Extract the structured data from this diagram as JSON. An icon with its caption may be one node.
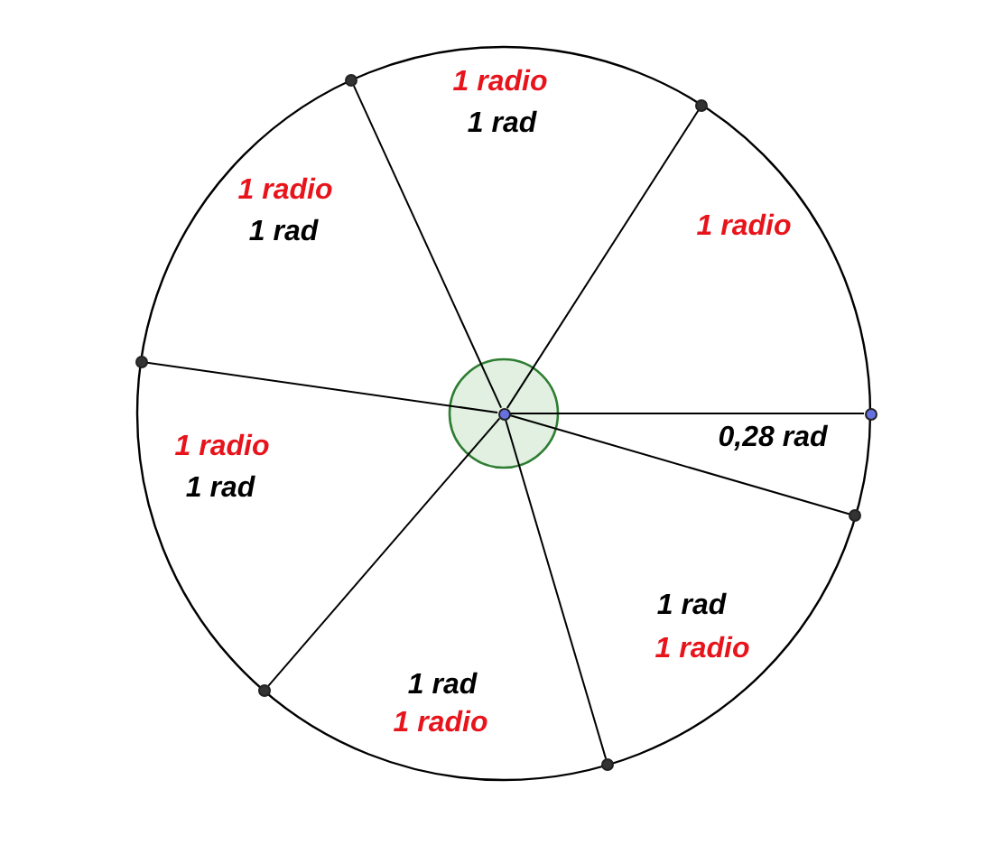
{
  "diagram": {
    "nodes": [
      {
        "text": [],
        "shape": "circle"
      },
      {
        "text": [],
        "shape": "circle"
      },
      {
        "text": [],
        "shape": "circle"
      },
      {
        "text": [],
        "shape": "circle"
      },
      {
        "text": [],
        "shape": "circle"
      },
      {
        "text": [],
        "shape": "circle"
      },
      {
        "text": [],
        "shape": "circle"
      },
      {
        "text": [],
        "shape": "circle"
      }
    ],
    "edges": [
      {
        "from": 0,
        "to": 1,
        "arrow": "none"
      },
      {
        "from": 0,
        "to": 2,
        "arrow": "none"
      },
      {
        "from": 0,
        "to": 3,
        "arrow": "none"
      },
      {
        "from": 0,
        "to": 4,
        "arrow": "none"
      },
      {
        "from": 0,
        "to": 5,
        "arrow": "none"
      },
      {
        "from": 0,
        "to": 6,
        "arrow": "none"
      },
      {
        "from": 0,
        "to": 7,
        "arrow": "none"
      }
    ],
    "labels": [
      "1 radio",
      "1 rad",
      "1 radio",
      "1 rad",
      "1 radio",
      "1 radio",
      "0,28 rad",
      "1 rad",
      "1 rad",
      "1 radio",
      "1 rad",
      "1 radio"
    ]
  }
}
